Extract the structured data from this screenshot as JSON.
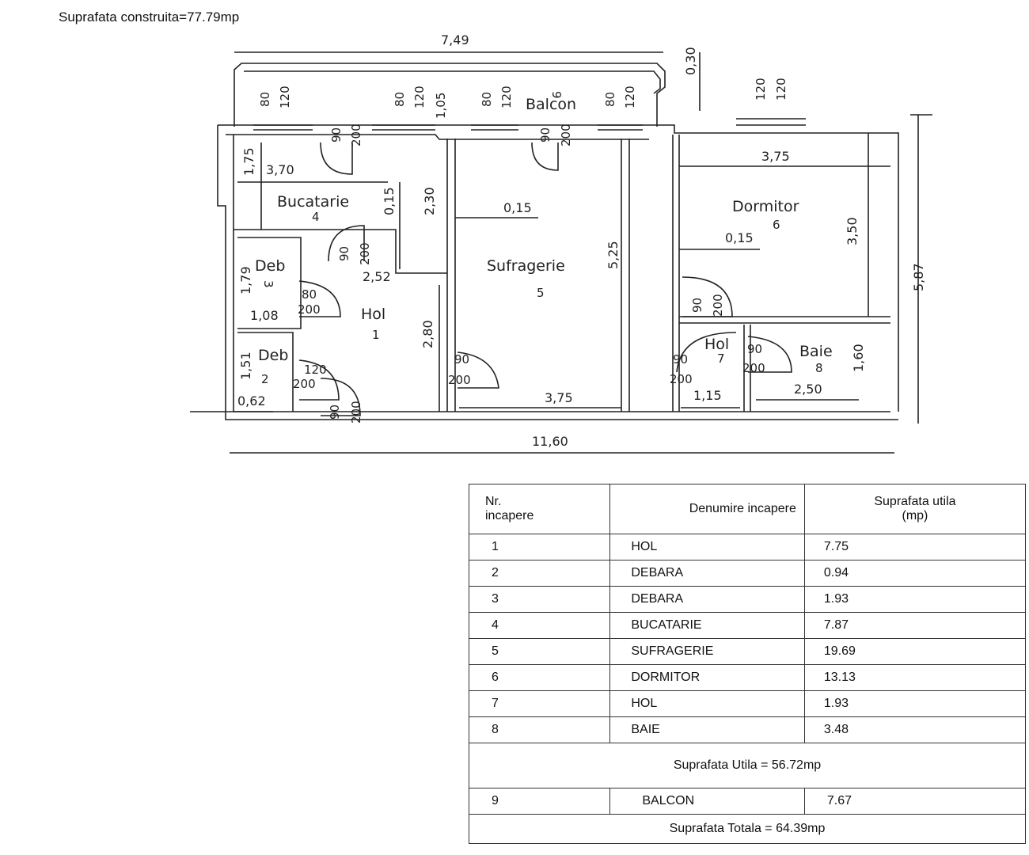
{
  "header": {
    "built_area": "Suprafata construita=77.79mp"
  },
  "plan": {
    "rooms": [
      {
        "name": "Balcon",
        "num": "9"
      },
      {
        "name": "Bucatarie",
        "num": "4"
      },
      {
        "name": "Sufragerie",
        "num": "5"
      },
      {
        "name": "Dormitor",
        "num": "6"
      },
      {
        "name": "Deb",
        "num": "3"
      },
      {
        "name": "Deb",
        "num": "2"
      },
      {
        "name": "Hol",
        "num": "1"
      },
      {
        "name": "Hol",
        "num": "7"
      },
      {
        "name": "Baie",
        "num": "8"
      }
    ],
    "dimensions": {
      "top_width": "7,49",
      "total_width": "11,60",
      "total_height": "5,87",
      "balcony_depth": "0,30",
      "kitchen_width": "3,70",
      "kitchen_h": "1,75",
      "wall_1": "0,15",
      "wall_2": "0,15",
      "wall_3": "0,15",
      "living_h_top": "2,30",
      "living_h": "5,25",
      "living_w": "3,75",
      "hol_h": "2,80",
      "hol_w": "2,52",
      "bed_w": "3,75",
      "bed_h": "3,50",
      "deb3_h": "1,79",
      "deb3_w": "1,08",
      "deb2_h": "1,51",
      "deb2_w": "0,62",
      "hol7_w": "1,15",
      "bath_w": "2,50",
      "bath_h": "1,60"
    },
    "openings": [
      "80",
      "120",
      "80",
      "120",
      "1,05",
      "80",
      "120",
      "80",
      "120",
      "120",
      "120",
      "90",
      "200",
      "90",
      "200",
      "90",
      "200",
      "80",
      "200",
      "120",
      "200",
      "90",
      "200",
      "90",
      "200",
      "90",
      "200",
      "90",
      "200",
      "90",
      "200"
    ]
  },
  "table": {
    "headers": [
      "Nr.\nincapere",
      "Denumire incapere",
      "Suprafata  utila\n(mp)"
    ],
    "rows": [
      {
        "nr": "1",
        "name": "HOL",
        "area": "7.75"
      },
      {
        "nr": "2",
        "name": "DEBARA",
        "area": "0.94"
      },
      {
        "nr": "3",
        "name": "DEBARA",
        "area": "1.93"
      },
      {
        "nr": "4",
        "name": "BUCATARIE",
        "area": "7.87"
      },
      {
        "nr": "5",
        "name": "SUFRAGERIE",
        "area": "19.69"
      },
      {
        "nr": "6",
        "name": "DORMITOR",
        "area": "13.13"
      },
      {
        "nr": "7",
        "name": "HOL",
        "area": "1.93"
      },
      {
        "nr": "8",
        "name": "BAIE",
        "area": "3.48"
      }
    ],
    "useful_total": "Suprafata Utila = 56.72mp",
    "balcony": {
      "nr": "9",
      "name": "BALCON",
      "area": "7.67"
    },
    "grand_total": "Suprafata Totala = 64.39mp"
  },
  "colors": {
    "ink": "#222222",
    "paper": "#ffffff"
  }
}
